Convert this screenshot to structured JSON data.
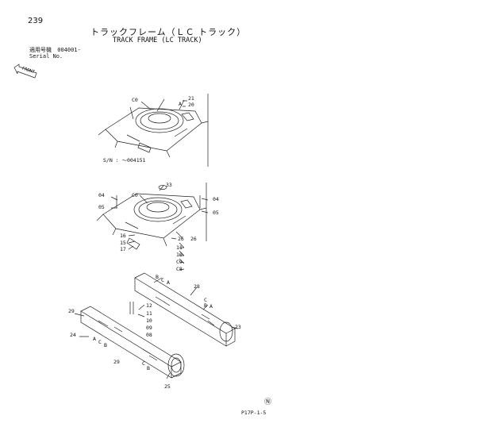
{
  "page_number": "239",
  "title_jp": "トラックフレーム（ＬＣ トラック）",
  "title_en": "TRACK FRAME (LC TRACK)",
  "serial_label_jp": "適用号機",
  "serial_value": "004001-",
  "serial_label_en": "Serial No.",
  "front_label": "FRONT",
  "sn_note": "S/N : ～004151",
  "page_code": "P17P-1-5",
  "symbol": "Ⓝ",
  "parts": [
    {
      "id": "l1",
      "text": "C0"
    },
    {
      "id": "l2",
      "text": "21"
    },
    {
      "id": "l3",
      "text": "A"
    },
    {
      "id": "l4",
      "text": "20"
    },
    {
      "id": "l5",
      "text": "33"
    },
    {
      "id": "l6",
      "text": "04"
    },
    {
      "id": "l7",
      "text": "C0"
    },
    {
      "id": "l8",
      "text": "04"
    },
    {
      "id": "l9",
      "text": "05"
    },
    {
      "id": "l10",
      "text": "05"
    },
    {
      "id": "l11",
      "text": "16"
    },
    {
      "id": "l12",
      "text": "26"
    },
    {
      "id": "l13",
      "text": "15"
    },
    {
      "id": "l14",
      "text": "26"
    },
    {
      "id": "l15",
      "text": "17"
    },
    {
      "id": "l16",
      "text": "11"
    },
    {
      "id": "l17",
      "text": "10"
    },
    {
      "id": "l18",
      "text": "C9"
    },
    {
      "id": "l19",
      "text": "C8"
    },
    {
      "id": "l20",
      "text": "B"
    },
    {
      "id": "l21",
      "text": "C"
    },
    {
      "id": "l22",
      "text": "A"
    },
    {
      "id": "l23",
      "text": "28"
    },
    {
      "id": "l24",
      "text": "C"
    },
    {
      "id": "l25",
      "text": "B"
    },
    {
      "id": "l26",
      "text": "A"
    },
    {
      "id": "l27",
      "text": "29"
    },
    {
      "id": "l28",
      "text": "12"
    },
    {
      "id": "l29",
      "text": "11"
    },
    {
      "id": "l30",
      "text": "10"
    },
    {
      "id": "l31",
      "text": "09"
    },
    {
      "id": "l32",
      "text": "08"
    },
    {
      "id": "l33",
      "text": "23"
    },
    {
      "id": "l34",
      "text": "24"
    },
    {
      "id": "l35",
      "text": "A"
    },
    {
      "id": "l36",
      "text": "C"
    },
    {
      "id": "l37",
      "text": "B"
    },
    {
      "id": "l38",
      "text": "29"
    },
    {
      "id": "l39",
      "text": "C"
    },
    {
      "id": "l40",
      "text": "B"
    },
    {
      "id": "l41",
      "text": "25"
    }
  ]
}
